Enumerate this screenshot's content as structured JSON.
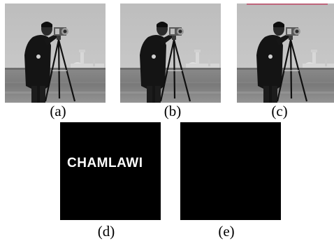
{
  "figure": {
    "panels": [
      {
        "caption": "(a)",
        "content": "cameraman-photo"
      },
      {
        "caption": "(b)",
        "content": "cameraman-photo"
      },
      {
        "caption": "(c)",
        "content": "cameraman-photo"
      },
      {
        "caption": "(d)",
        "content": "watermark-image",
        "watermark_text": "CHAMLAWI"
      },
      {
        "caption": "(e)",
        "content": "blank-black-image"
      }
    ]
  }
}
